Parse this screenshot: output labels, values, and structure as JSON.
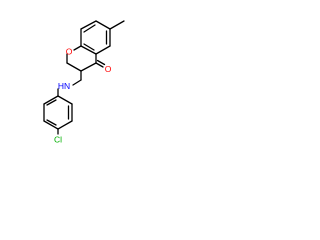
{
  "atoms": {
    "ring_oxygen": {
      "symbol": "O"
    },
    "ketone_oxygen": {
      "symbol": "O"
    },
    "amine": {
      "symbol": "HN"
    },
    "chlorine": {
      "symbol": "Cl"
    }
  },
  "colors": {
    "bond": "#000000",
    "oxygen": "#ff0000",
    "nitrogen": "#0000ff",
    "chlorine": "#00b000"
  }
}
